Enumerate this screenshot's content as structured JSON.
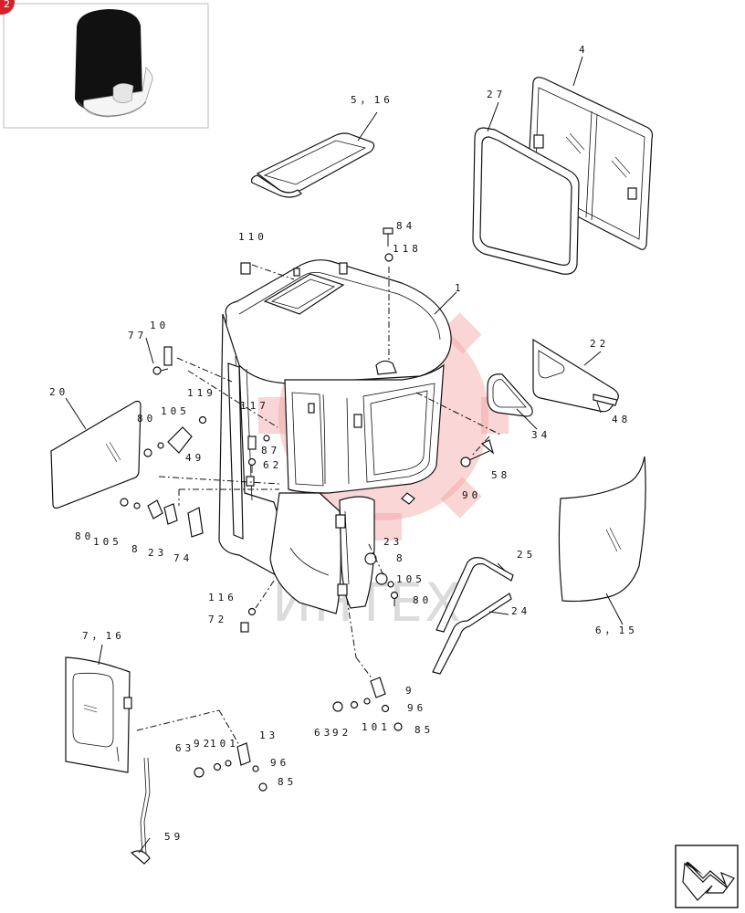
{
  "badge": {
    "text": "2"
  },
  "watermark": {
    "text": "ИНТЕХ"
  },
  "callouts": [
    "5，16",
    "4",
    "27",
    "84",
    "118",
    "110",
    "1",
    "10",
    "77",
    "22",
    "20",
    "119",
    "105",
    "117",
    "80",
    "49",
    "87",
    "62",
    "48",
    "34",
    "58",
    "90",
    "80",
    "105",
    "8",
    "23",
    "74",
    "23",
    "8",
    "105",
    "80",
    "25",
    "24",
    "116",
    "72",
    "6，15",
    "7，16",
    "9",
    "96",
    "85",
    "63",
    "92",
    "101",
    "63",
    "92",
    "101",
    "13",
    "96",
    "85",
    "59"
  ],
  "nav": {
    "icon": "next-page-arrow-icon"
  }
}
